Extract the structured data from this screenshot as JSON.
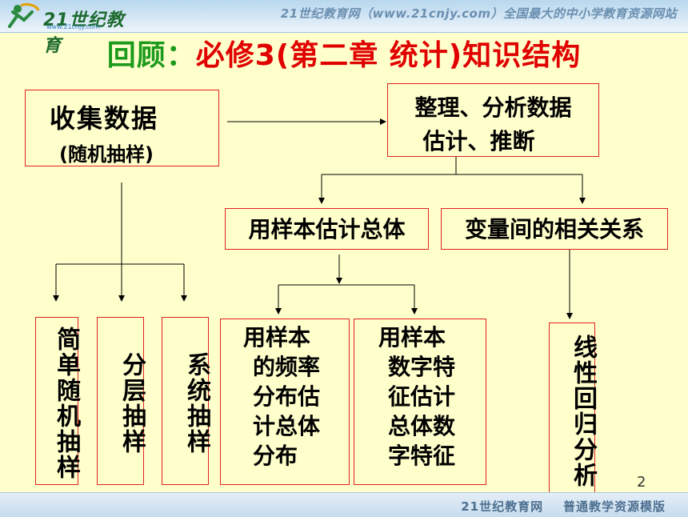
{
  "header": {
    "logo_text": "21世纪教育",
    "logo_sub": "www.21cnjy.com",
    "slogan": "21世纪教育网（www.21cnjy.com）全国最大的中小学教育资源网站"
  },
  "title": {
    "lead": "回顾：",
    "main": "必修3(第二章 统计)知识结构"
  },
  "diagram": {
    "collect": {
      "line1": "收集数据",
      "line2": "(随机抽样)"
    },
    "analyze": {
      "line1": "整理、分析数据",
      "line2": "估计、推断"
    },
    "sample_estimate": "用样本估计总体",
    "correlation": "变量间的相关关系",
    "methods": [
      "简单随机抽样",
      "分层抽样",
      "系统抽样"
    ],
    "freq_box": [
      "用样本",
      "的频率",
      "分布估",
      "计总体",
      "分布"
    ],
    "feature_box": [
      "用样本",
      "数字特",
      "征估计",
      "总体数",
      "字特征"
    ],
    "regression": "线性回归分析"
  },
  "footer": {
    "text": "21世纪教育网    普通教学资源模版"
  },
  "page_number": "2",
  "colors": {
    "title_red": "#e00000",
    "title_green": "#1b9a1b",
    "box_border": "#e02020",
    "bg": "#ffffcc"
  }
}
